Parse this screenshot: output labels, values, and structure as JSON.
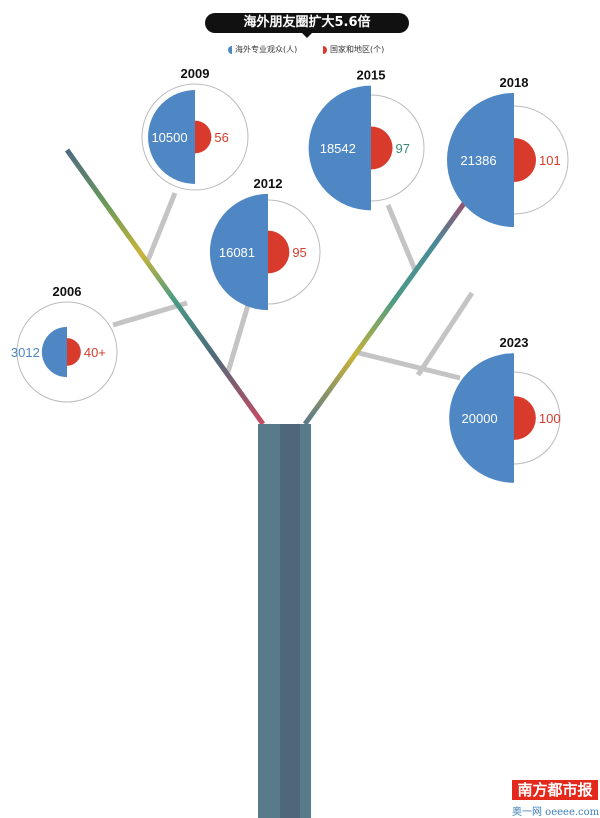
{
  "title": "海外朋友圈扩大5.6倍",
  "legend": {
    "audience": "海外专业观众(人)",
    "countries": "国家和地区(个)"
  },
  "colors": {
    "audience": "#4e87c4",
    "countries": "#d83a2b",
    "trunk": "#587b8c"
  },
  "chart_data": {
    "type": "tree-infographic",
    "title": "海外朋友圈扩大5.6倍",
    "series": [
      {
        "name": "海外专业观众(人)",
        "values": [
          3012,
          10500,
          16081,
          18542,
          21386,
          20000
        ]
      },
      {
        "name": "国家和地区(个)",
        "values": [
          "40+",
          56,
          95,
          97,
          101,
          100
        ]
      }
    ],
    "categories": [
      "2006",
      "2009",
      "2012",
      "2015",
      "2018",
      "2023"
    ]
  },
  "watermark": {
    "brand": "南方都市报",
    "site": "奥一网 oeeee.com"
  }
}
